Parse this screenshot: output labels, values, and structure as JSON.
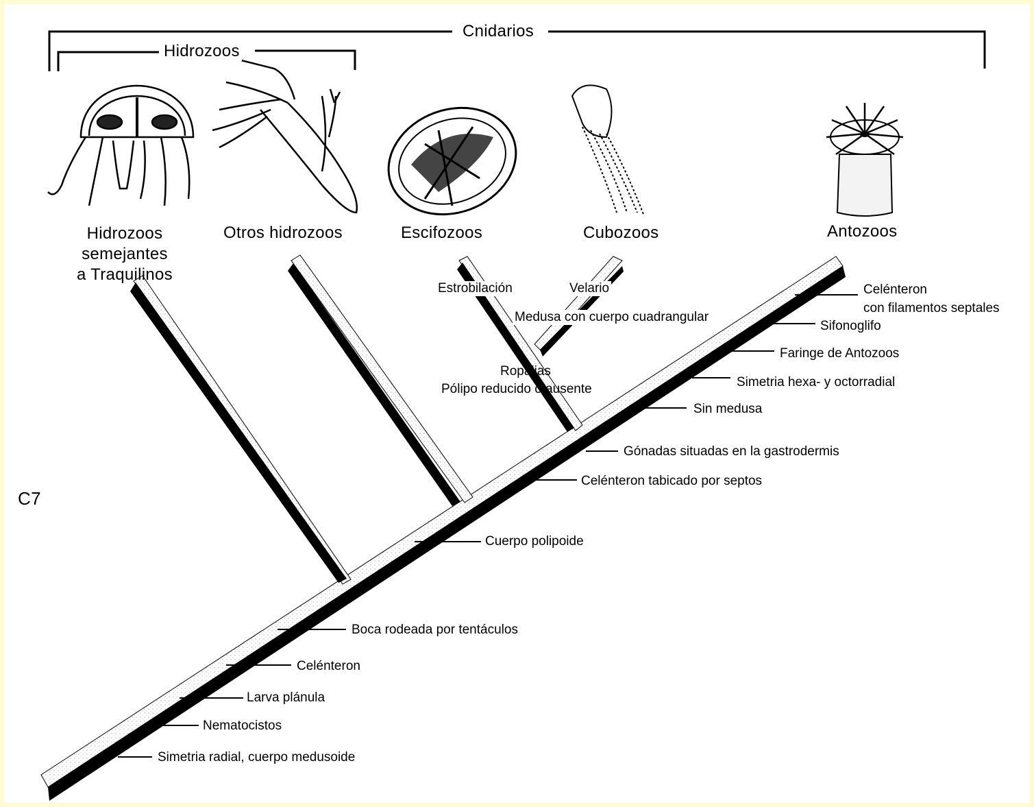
{
  "brackets": {
    "cnidarios": "Cnidarios",
    "hidrozoos": "Hidrozoos"
  },
  "taxa": [
    {
      "lines": [
        "Hidrozoos",
        "semejantes",
        "a Traquilinos"
      ]
    },
    {
      "lines": [
        "Otros hidrozoos"
      ]
    },
    {
      "lines": [
        "Escifozoos"
      ]
    },
    {
      "lines": [
        "Cubozoos"
      ]
    },
    {
      "lines": [
        "Antozoos"
      ]
    }
  ],
  "figure_label": "C7",
  "characters": {
    "simetria_radial": "Simetria radial, cuerpo medusoide",
    "nematocistos": "Nematocistos",
    "larva_planula": "Larva plánula",
    "celenteron": "Celénteron",
    "boca": "Boca rodeada por tentáculos",
    "cuerpo_polipoide": "Cuerpo polipoide",
    "celenteron_tabicado": "Celénteron tabicado por septos",
    "gonadas": "Gónadas situadas en la gastrodermis",
    "sin_medusa": "Sin medusa",
    "simetria_hexa": "Simetria hexa- y octorradial",
    "faringe": "Faringe de Antozoos",
    "sifonoglifo": "Sifonoglifo",
    "celenteron_filamentos": [
      "Celénteron",
      "con filamentos septales"
    ],
    "ropalias": "Ropalias",
    "polipo_reducido": "Pólipo reducido o ausente",
    "medusa_cuadrangular": "Medusa con cuerpo cuadrangular",
    "estrobilacion": "Estrobilación",
    "velario": "Velario"
  }
}
